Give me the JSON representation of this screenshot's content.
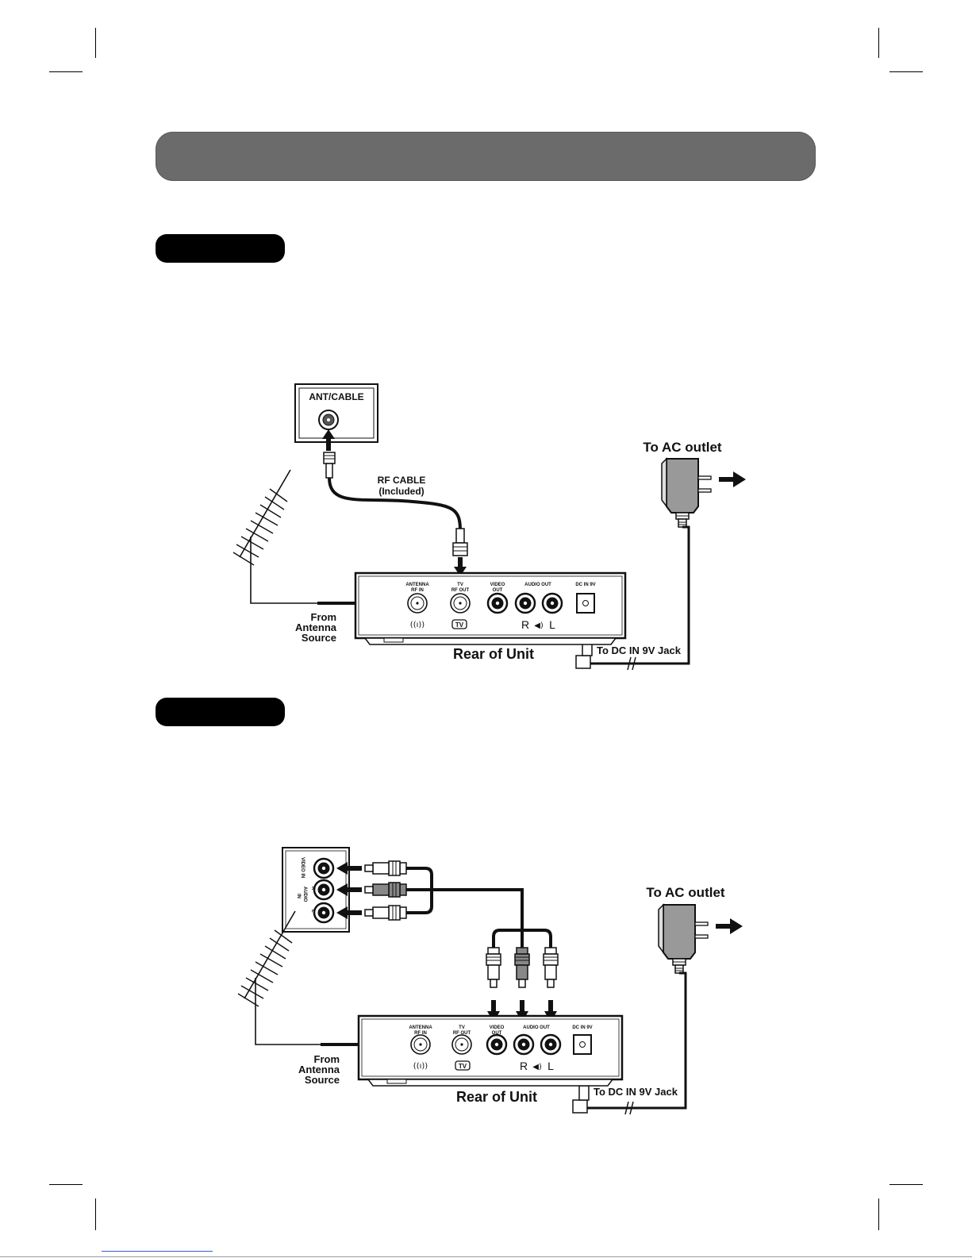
{
  "diagram1": {
    "ant_cable": "ANT/CABLE",
    "rf_cable_line1": "RF CABLE",
    "rf_cable_line2": "(Included)",
    "ac_outlet": "To AC outlet",
    "from_line1": "From",
    "from_line2": "Antenna",
    "from_line3": "Source",
    "rear_of_unit": "Rear of Unit",
    "dc_jack": "To DC IN 9V Jack"
  },
  "diagram2": {
    "video_in": "VIDEO IN",
    "audio_r": "R",
    "audio_l": "L",
    "audio_in_line1": "AUDIO",
    "audio_in_line2": "IN",
    "ac_outlet": "To AC outlet",
    "from_line1": "From",
    "from_line2": "Antenna",
    "from_line3": "Source",
    "rear_of_unit": "Rear of Unit",
    "dc_jack": "To DC IN 9V Jack"
  },
  "panel": {
    "antenna_line1": "ANTENNA",
    "antenna_line2": "RF IN",
    "tv_line1": "TV",
    "tv_line2": "RF OUT",
    "video_line1": "VIDEO",
    "video_line2": "OUT",
    "audio_out": "AUDIO OUT",
    "dc_in": "DC IN 9V",
    "tv_badge": "TV",
    "r_label": "R",
    "l_label": "L"
  }
}
